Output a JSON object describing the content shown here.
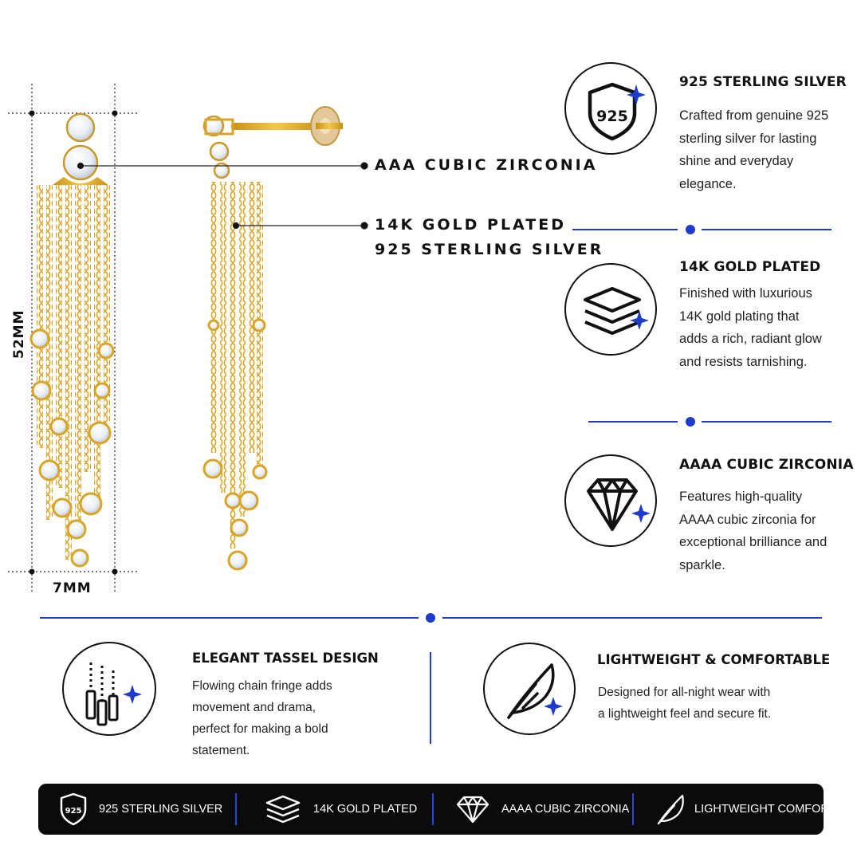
{
  "dimensions": {
    "height_label": "52MM",
    "width_label": "7MM"
  },
  "callouts": {
    "zirconia": "AAA CUBIC ZIRCONIA",
    "plating_line1": "14K GOLD PLATED",
    "plating_line2": "925 STERLING SILVER"
  },
  "features": [
    {
      "icon": "shield-925-icon",
      "badge": "925",
      "title": "925 STERLING SILVER",
      "description": "Crafted from genuine 925 sterling silver for lasting shine and everyday elegance."
    },
    {
      "icon": "layers-icon",
      "title": "14K GOLD PLATED",
      "description": "Finished with luxurious 14K gold plating that adds a rich, radiant glow and resists tarnishing."
    },
    {
      "icon": "diamond-icon",
      "title": "AAAA CUBIC ZIRCONIA",
      "description": "Features high-quality AAAA cubic zirconia for exceptional brilliance and sparkle."
    }
  ],
  "bottom_features": [
    {
      "icon": "tassel-icon",
      "title": "ELEGANT TASSEL DESIGN",
      "description": "Flowing chain fringe adds movement and drama, perfect for making a bold statement."
    },
    {
      "icon": "feather-icon",
      "title": "LIGHTWEIGHT & COMFORTABLE",
      "description": "Designed for all-night wear with a lightweight feel and secure fit."
    }
  ],
  "footer": [
    {
      "icon": "shield-925-icon",
      "badge": "925",
      "label": "925 STERLING SILVER"
    },
    {
      "icon": "layers-icon",
      "label": "14K GOLD PLATED"
    },
    {
      "icon": "diamond-icon",
      "label": "AAAA CUBIC ZIRCONIA"
    },
    {
      "icon": "feather-icon",
      "label": "LIGHTWEIGHT COMFORT"
    }
  ],
  "colors": {
    "accent": "#1f3bc9",
    "gold": "#e3b12c",
    "gold_dark": "#b9861a",
    "footer_bg": "#0b0b0b"
  }
}
